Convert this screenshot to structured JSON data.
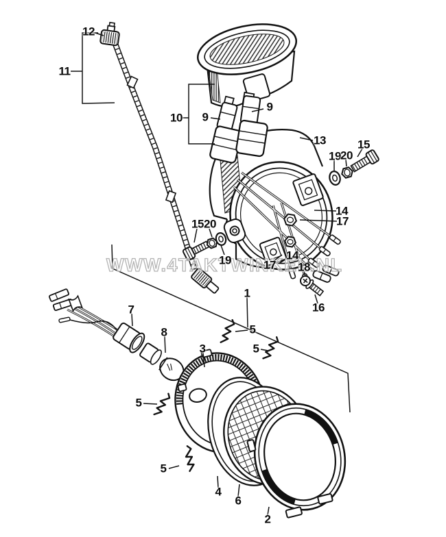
{
  "diagram": {
    "watermark": "WWW.4TAKTWINKEL.NL"
  },
  "labels": [
    {
      "text": "12"
    },
    {
      "text": "11"
    },
    {
      "text": "10"
    },
    {
      "text": "9"
    },
    {
      "text": "9"
    },
    {
      "text": "13"
    },
    {
      "text": "15"
    },
    {
      "text": "19"
    },
    {
      "text": "20"
    },
    {
      "text": "14"
    },
    {
      "text": "17"
    },
    {
      "text": "15"
    },
    {
      "text": "20"
    },
    {
      "text": "19"
    },
    {
      "text": "14"
    },
    {
      "text": "17"
    },
    {
      "text": "18"
    },
    {
      "text": "16"
    },
    {
      "text": "1"
    },
    {
      "text": "7"
    },
    {
      "text": "8"
    },
    {
      "text": "3"
    },
    {
      "text": "5"
    },
    {
      "text": "5"
    },
    {
      "text": "5"
    },
    {
      "text": "5"
    },
    {
      "text": "4"
    },
    {
      "text": "6"
    },
    {
      "text": "2"
    }
  ]
}
